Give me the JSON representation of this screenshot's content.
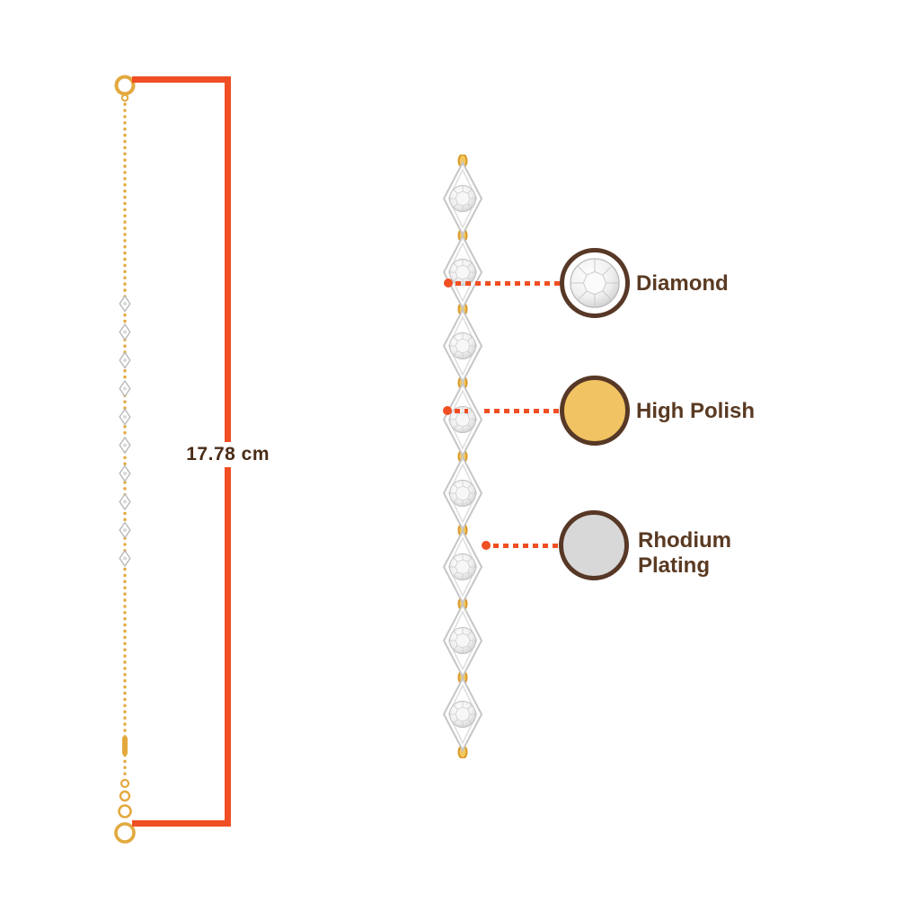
{
  "measurement": {
    "label": "17.78 cm"
  },
  "callouts": [
    {
      "id": "diamond",
      "label": "Diamond"
    },
    {
      "id": "high-polish",
      "label": "High Polish"
    },
    {
      "id": "rhodium-plating",
      "label": "Rhodium Plating"
    }
  ],
  "colors": {
    "accent_orange": "#F04E23",
    "label_brown": "#5A3A22",
    "callout_border_brown": "#573826",
    "gold_metal": "#E3A93F",
    "high_polish_gold": "#F1C363",
    "rhodium_silver": "#D8D8D8",
    "diamond_white": "#F2F2F2",
    "background": "#FFFFFF"
  },
  "icons": {
    "diamond_gem": "round-brilliant-diamond-icon",
    "high_polish_swatch": "gold-circle-swatch",
    "rhodium_swatch": "silver-circle-swatch",
    "bracelet_full": "gold-diamond-bracelet-illustration",
    "bracelet_zoom": "bracelet-links-closeup-illustration"
  }
}
